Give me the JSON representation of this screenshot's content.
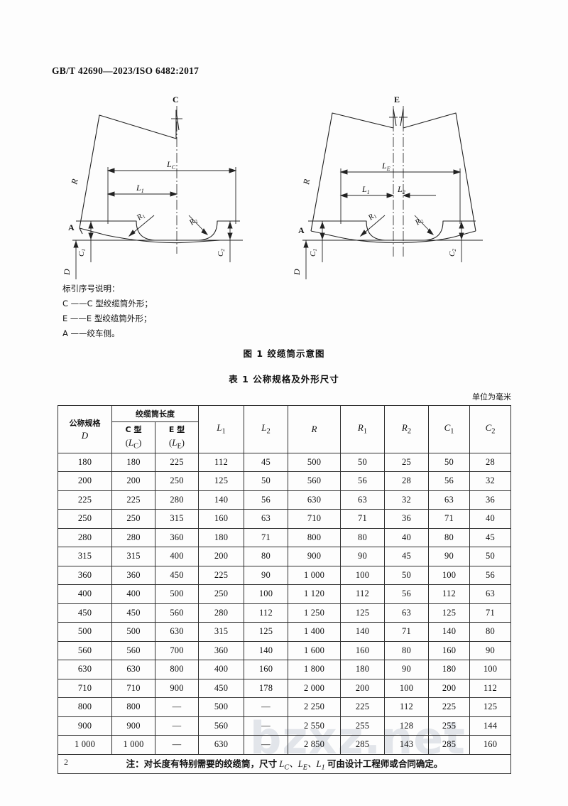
{
  "document": {
    "header": "GB/T 42690—2023/ISO 6482:2017",
    "page_number": "2",
    "watermark": "bzxz.net"
  },
  "figure": {
    "title": "图 1   绞缆筒示意图",
    "legend_heading": "标引序号说明：",
    "legend_items": [
      "C ——C 型绞缆筒外形；",
      "E ——E 型绞缆筒外形；",
      "A ——绞车侧。"
    ],
    "left_diagram": {
      "top_label": "C",
      "side_label": "A",
      "dims": [
        "R",
        "L_C",
        "L_1",
        "R_1",
        "R_2",
        "C_1",
        "C_2",
        "D"
      ]
    },
    "right_diagram": {
      "top_label": "E",
      "side_label": "A",
      "dims": [
        "R",
        "L_E",
        "L_1",
        "L_2",
        "R_1",
        "R_2",
        "C_1",
        "C_2",
        "D"
      ]
    }
  },
  "table": {
    "title": "表 1   公称规格及外形尺寸",
    "unit_note": "单位为毫米",
    "headers": {
      "nominal": "公称规格",
      "nominal_sym": "D",
      "group": "绞缆筒长度",
      "c_type": "C 型",
      "c_type_sym": "(L C)",
      "e_type": "E 型",
      "e_type_sym": "(L E)",
      "l1": "L1",
      "l2": "L2",
      "r": "R",
      "r1": "R1",
      "r2": "R2",
      "c1": "C1",
      "c2": "C2"
    },
    "rows": [
      [
        "180",
        "180",
        "225",
        "112",
        "45",
        "500",
        "50",
        "25",
        "50",
        "28"
      ],
      [
        "200",
        "200",
        "250",
        "125",
        "50",
        "560",
        "56",
        "28",
        "56",
        "32"
      ],
      [
        "225",
        "225",
        "280",
        "140",
        "56",
        "630",
        "63",
        "32",
        "63",
        "36"
      ],
      [
        "250",
        "250",
        "315",
        "160",
        "63",
        "710",
        "71",
        "36",
        "71",
        "40"
      ],
      [
        "280",
        "280",
        "360",
        "180",
        "71",
        "800",
        "80",
        "40",
        "80",
        "45"
      ],
      [
        "315",
        "315",
        "400",
        "200",
        "80",
        "900",
        "90",
        "45",
        "90",
        "50"
      ],
      [
        "360",
        "360",
        "450",
        "225",
        "90",
        "1 000",
        "100",
        "50",
        "100",
        "56"
      ],
      [
        "400",
        "400",
        "500",
        "250",
        "100",
        "1 120",
        "112",
        "56",
        "112",
        "63"
      ],
      [
        "450",
        "450",
        "560",
        "280",
        "112",
        "1 250",
        "125",
        "63",
        "125",
        "71"
      ],
      [
        "500",
        "500",
        "630",
        "315",
        "125",
        "1 400",
        "140",
        "71",
        "140",
        "80"
      ],
      [
        "560",
        "560",
        "700",
        "360",
        "140",
        "1 600",
        "160",
        "80",
        "160",
        "90"
      ],
      [
        "630",
        "630",
        "800",
        "400",
        "160",
        "1 800",
        "180",
        "90",
        "180",
        "100"
      ],
      [
        "710",
        "710",
        "900",
        "450",
        "178",
        "2 000",
        "200",
        "100",
        "200",
        "112"
      ],
      [
        "800",
        "800",
        "—",
        "500",
        "—",
        "2 250",
        "225",
        "112",
        "225",
        "125"
      ],
      [
        "900",
        "900",
        "—",
        "560",
        "—",
        "2 550",
        "255",
        "128",
        "255",
        "144"
      ],
      [
        "1 000",
        "1 000",
        "—",
        "630",
        "—",
        "2 850",
        "285",
        "143",
        "285",
        "160"
      ]
    ],
    "note_prefix": "注：对长度有特别需要的绞缆筒，尺寸 ",
    "note_symbols": "LC、LE、L1",
    "note_suffix": " 可由设计工程师或合同确定。"
  }
}
